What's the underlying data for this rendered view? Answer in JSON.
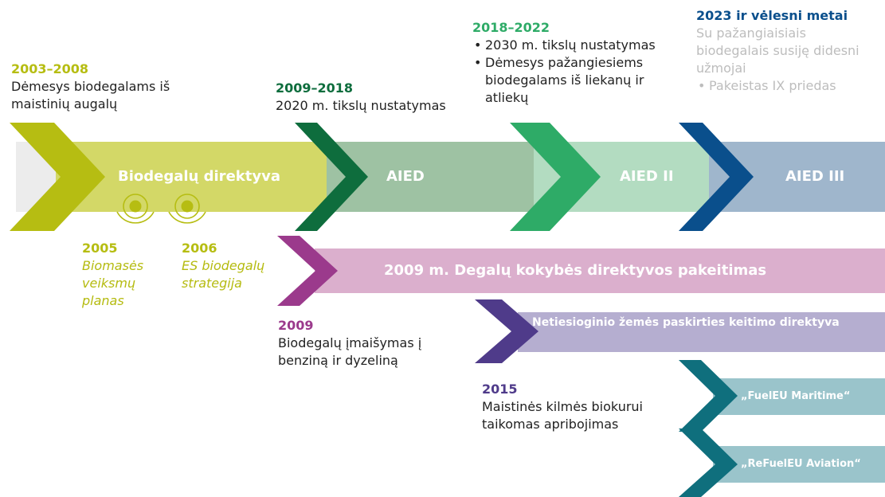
{
  "colors": {
    "lime": "#b6bd12",
    "lime_band": "#d3d867",
    "dark_green": "#0e6d3d",
    "sage_band": "#9ec2a3",
    "green": "#2eab67",
    "mint_band": "#b3dcc1",
    "navy": "#0a4f8c",
    "slate_band": "#9fb6cc",
    "purple": "#9b3a8c",
    "pink_band": "#dbafcd",
    "indigo": "#4f3b8a",
    "lavender_band": "#b5aed0",
    "teal": "#0f6f7d",
    "teal_band": "#9ac4cb",
    "grey_text": "#bdbdbd"
  },
  "bands": {
    "biofuels": "Biodegalų direktyva",
    "aied": "AIED",
    "aied2": "AIED II",
    "aied3": "AIED III",
    "fqd": "2009 m. Degalų kokybės direktyvos pakeitimas",
    "iluc": "Netiesioginio žemės paskirties keitimo direktyva",
    "maritime": "„FuelEU Maritime“",
    "aviation": "„ReFuelEU Aviation“"
  },
  "events": {
    "e2003": {
      "year": "2003–2008",
      "text": "Dėmesys biodegalams iš maistinių augalų"
    },
    "e2009a": {
      "year": "2009–2018",
      "text": "2020 m. tikslų nustatymas"
    },
    "e2018": {
      "year": "2018–2022",
      "items": [
        "2030 m. tikslų nustatymas",
        "Dėmesys pažangiesiems biodegalams iš liekanų ir atliekų"
      ]
    },
    "e2023": {
      "year": "2023 ir vėlesni metai",
      "text": "Su pažangiaisiais biodegalais susiję didesni užmojai",
      "items": [
        "Pakeistas IX priedas"
      ]
    },
    "e2005": {
      "year": "2005",
      "text": "Biomasės veiksmų planas"
    },
    "e2006": {
      "year": "2006",
      "text": "ES biodegalų strategija"
    },
    "e2009b": {
      "year": "2009",
      "text": "Biodegalų įmaišymas į benziną ir dyzeliną"
    },
    "e2015": {
      "year": "2015",
      "text": "Maistinės kilmės biokurui taikomas apribojimas"
    }
  }
}
